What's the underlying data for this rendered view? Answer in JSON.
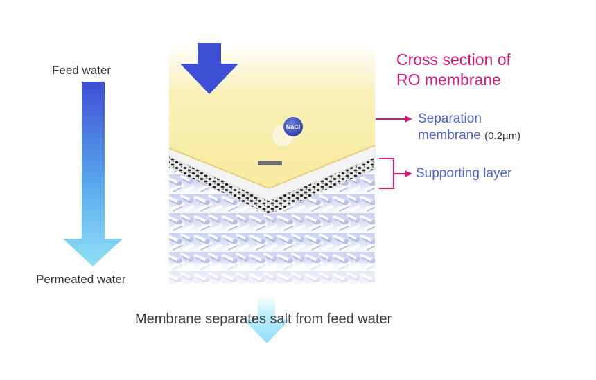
{
  "diagram": {
    "labels": {
      "feed_water": "Feed water",
      "permeated_water": "Permeated water",
      "title_line1": "Cross section of",
      "title_line2": "RO membrane",
      "separation_line1": "Separation",
      "separation_line2": "membrane",
      "separation_thickness": "(0.2µm)",
      "supporting_layer": "Supporting layer",
      "caption": "Membrane separates salt from feed water",
      "nacl": "NaCl"
    },
    "colors": {
      "title": "#d0197a",
      "callout_arrow": "#d0197a",
      "layer_label": "#4a5fd4",
      "feed_arrow_top": "#3d4fd6",
      "permeate_arrow": "#8fe0f7",
      "membrane_surface": "#f7edaa",
      "support_layer": "#f4f4f4"
    },
    "icons": {
      "feed_arrow": "down-arrow-icon",
      "callout": "right-arrow-icon",
      "bracket": "bracket-icon"
    }
  }
}
